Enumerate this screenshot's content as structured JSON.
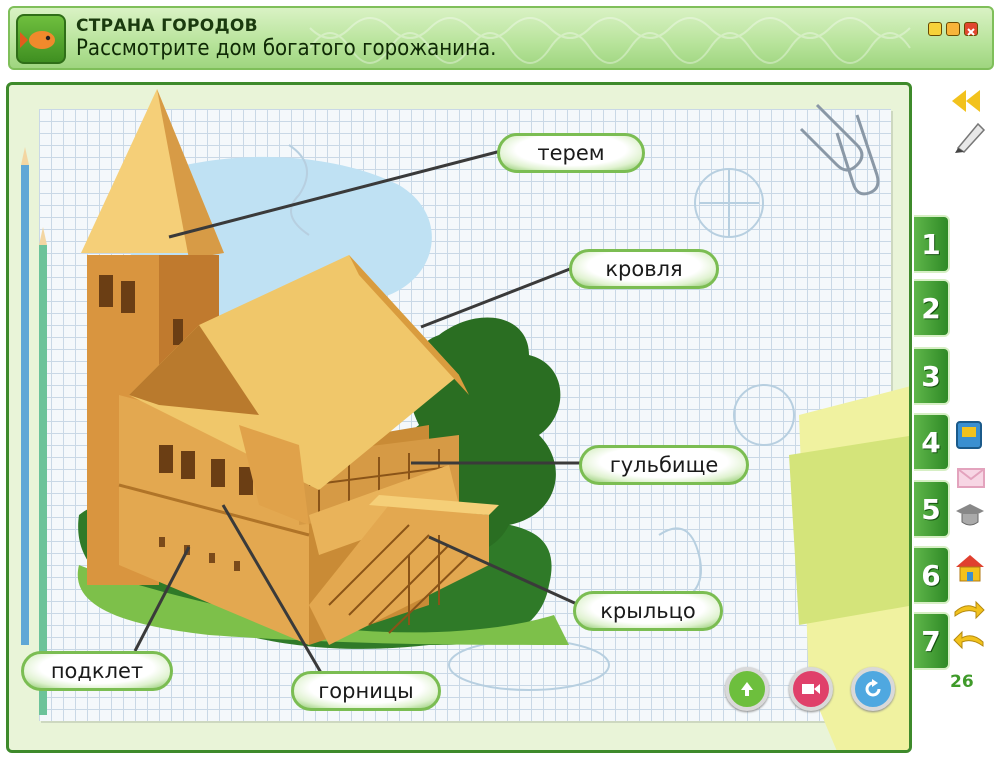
{
  "header": {
    "title": "СТРАНА ГОРОДОВ",
    "subtitle": "Рассмотрите дом богатого горожанина.",
    "window_buttons": [
      "minimize-icon",
      "restore-icon",
      "close-icon"
    ]
  },
  "labels": {
    "terem": "терем",
    "krovlya": "кровля",
    "gulbishche": "гульбище",
    "krylco": "крыльцо",
    "podklet": "подклет",
    "gornicy": "горницы"
  },
  "tabs": [
    "1",
    "2",
    "3",
    "4",
    "5",
    "6",
    "7"
  ],
  "page_number": "26",
  "side_icons": [
    "rewind-icon",
    "pencil-icon",
    "book-icon",
    "envelope-icon",
    "graduation-cap-icon",
    "house-icon",
    "next-arrow-icon",
    "prev-arrow-icon"
  ],
  "bottom_buttons": [
    "up-arrow-icon",
    "video-icon",
    "refresh-icon"
  ],
  "colors": {
    "accent": "#3e8a2b",
    "label_border": "#7bbd52",
    "wood": "#e3a850",
    "roof": "#f0c76a",
    "tree": "#2f7a28"
  }
}
